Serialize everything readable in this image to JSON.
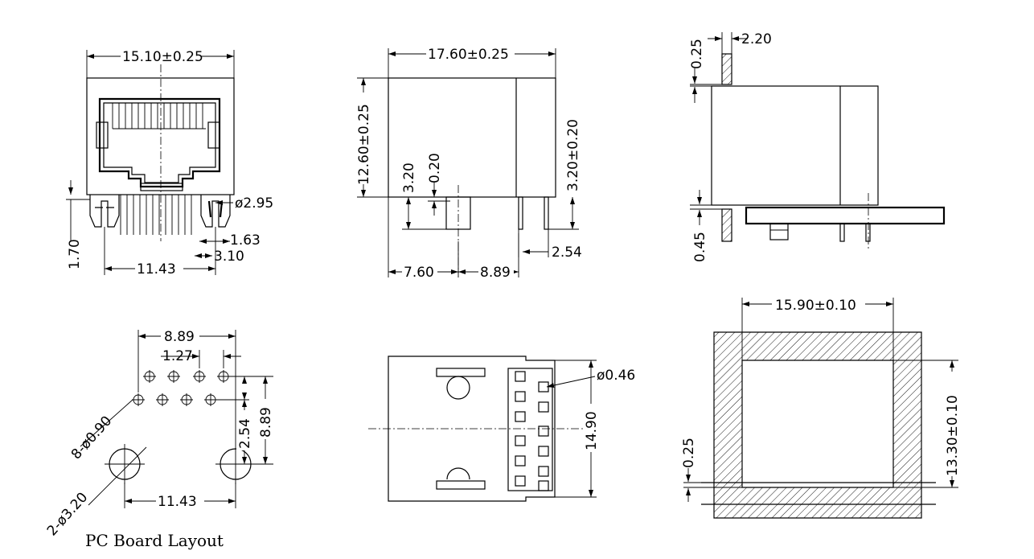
{
  "views": {
    "front": {
      "width_dim": "15.10±0.25",
      "pin_dia": "ø2.95",
      "offset_1": "1.63",
      "offset_2": "3.10",
      "pin_spacing": "11.43",
      "tail_len": "1.70"
    },
    "side": {
      "length_dim": "17.60±0.25",
      "height_dim": "12.60±0.25",
      "post_len": "3.20",
      "standoff": "0.20",
      "pin_len": "3.20±0.20",
      "pin_pitch": "2.54",
      "front_to_post": "7.60",
      "post_to_pins": "8.89"
    },
    "panel": {
      "panel_thk": "2.20",
      "top_gap": "0.25",
      "bottom_gap": "0.45"
    },
    "layout": {
      "row_span": "8.89",
      "pin_pitch": "1.27",
      "pin_holes": "8-ø0.90",
      "row_offset": "2.54",
      "row_to_post": "8.89",
      "post_holes": "2-ø3.20",
      "post_spacing": "11.43",
      "caption": "PC Board Layout"
    },
    "bottom": {
      "pin_dia": "ø0.46",
      "width_dim": "14.90"
    },
    "cutout": {
      "width_dim": "15.90±0.10",
      "height_dim": "13.30±0.10",
      "gap": "0.25"
    }
  }
}
